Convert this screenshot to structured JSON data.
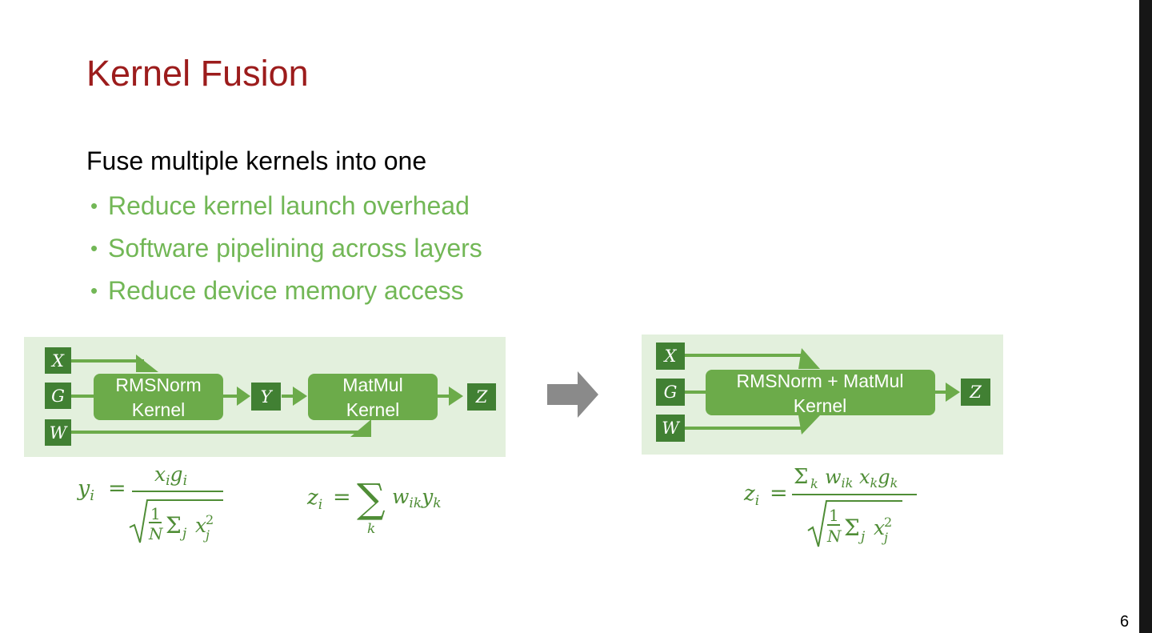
{
  "slide": {
    "title": "Kernel Fusion",
    "lead": "Fuse multiple kernels into one",
    "bullets": [
      "Reduce kernel launch overhead",
      "Software pipelining across layers",
      "Reduce device memory access"
    ],
    "page_number": "6",
    "colors": {
      "title": "#9c1c1c",
      "bullet": "#72b756",
      "box": "#418033",
      "kernel": "#6cab4a",
      "panel": "#e3f0dd",
      "arrow": "#8a8a8a"
    }
  },
  "unfused": {
    "inputs": [
      "X",
      "G",
      "W"
    ],
    "kernel1": [
      "RMSNorm",
      "Kernel"
    ],
    "intermediate": "Y",
    "kernel2": [
      "MatMul",
      "Kernel"
    ],
    "output": "Z"
  },
  "fused": {
    "inputs": [
      "X",
      "G",
      "W"
    ],
    "kernel": [
      "RMSNorm + MatMul",
      "Kernel"
    ],
    "output": "Z"
  },
  "icons": {
    "transition": "right-arrow-icon"
  }
}
